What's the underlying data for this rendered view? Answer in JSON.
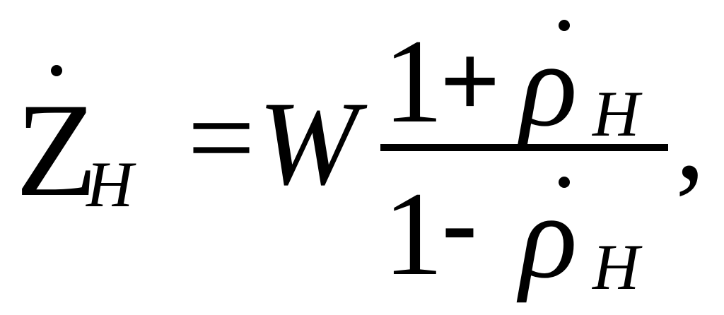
{
  "formula": {
    "lhs": {
      "symbol": "Z",
      "subscript": "H"
    },
    "equals": "=",
    "coefficient": "W",
    "numerator": {
      "one": "1",
      "operator": "+",
      "symbol": "ρ",
      "subscript": "H"
    },
    "denominator": {
      "one": "1",
      "operator": "-",
      "symbol": "ρ",
      "subscript": "H"
    },
    "trailing": ","
  }
}
